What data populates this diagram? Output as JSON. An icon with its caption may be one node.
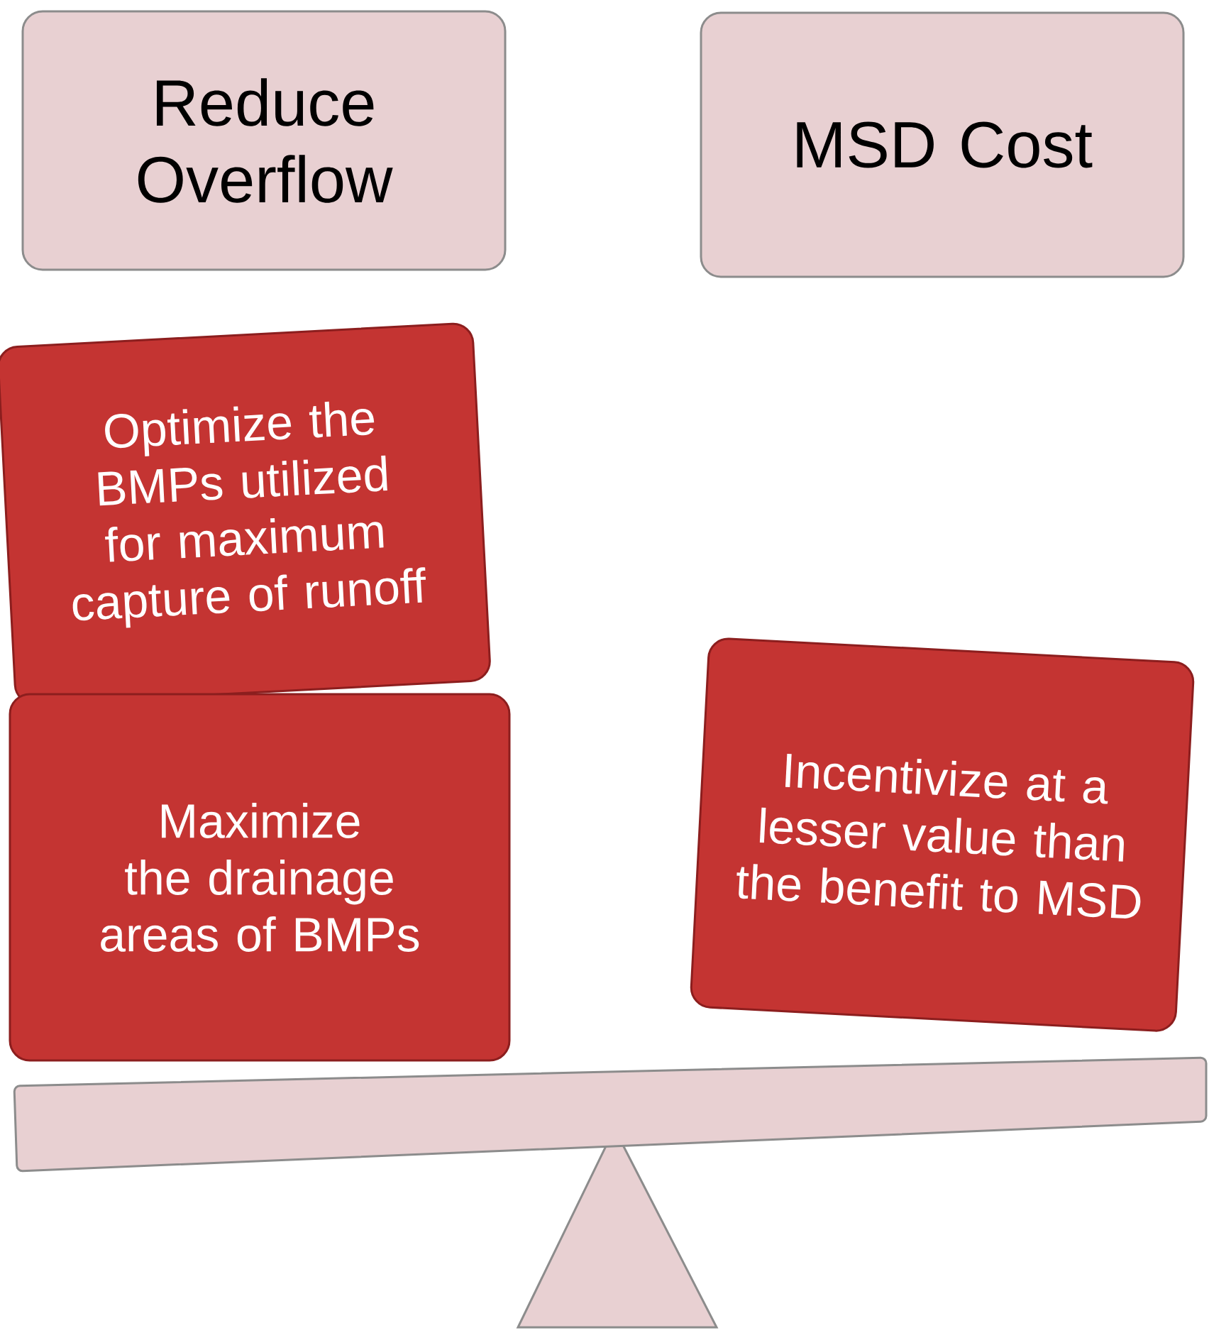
{
  "diagram": {
    "nodes": [
      {
        "text": [
          "Reduce Overflow"
        ]
      },
      {
        "text": [
          "MSD Cost"
        ]
      },
      {
        "text": [
          "Optimize the BMPs utilized for maximum capture of runoff"
        ]
      },
      {
        "text": [
          "Maximize the drainage areas of BMPs"
        ]
      },
      {
        "text": [
          "Incentivize at a lesser value than the benefit to MSD"
        ]
      }
    ]
  }
}
